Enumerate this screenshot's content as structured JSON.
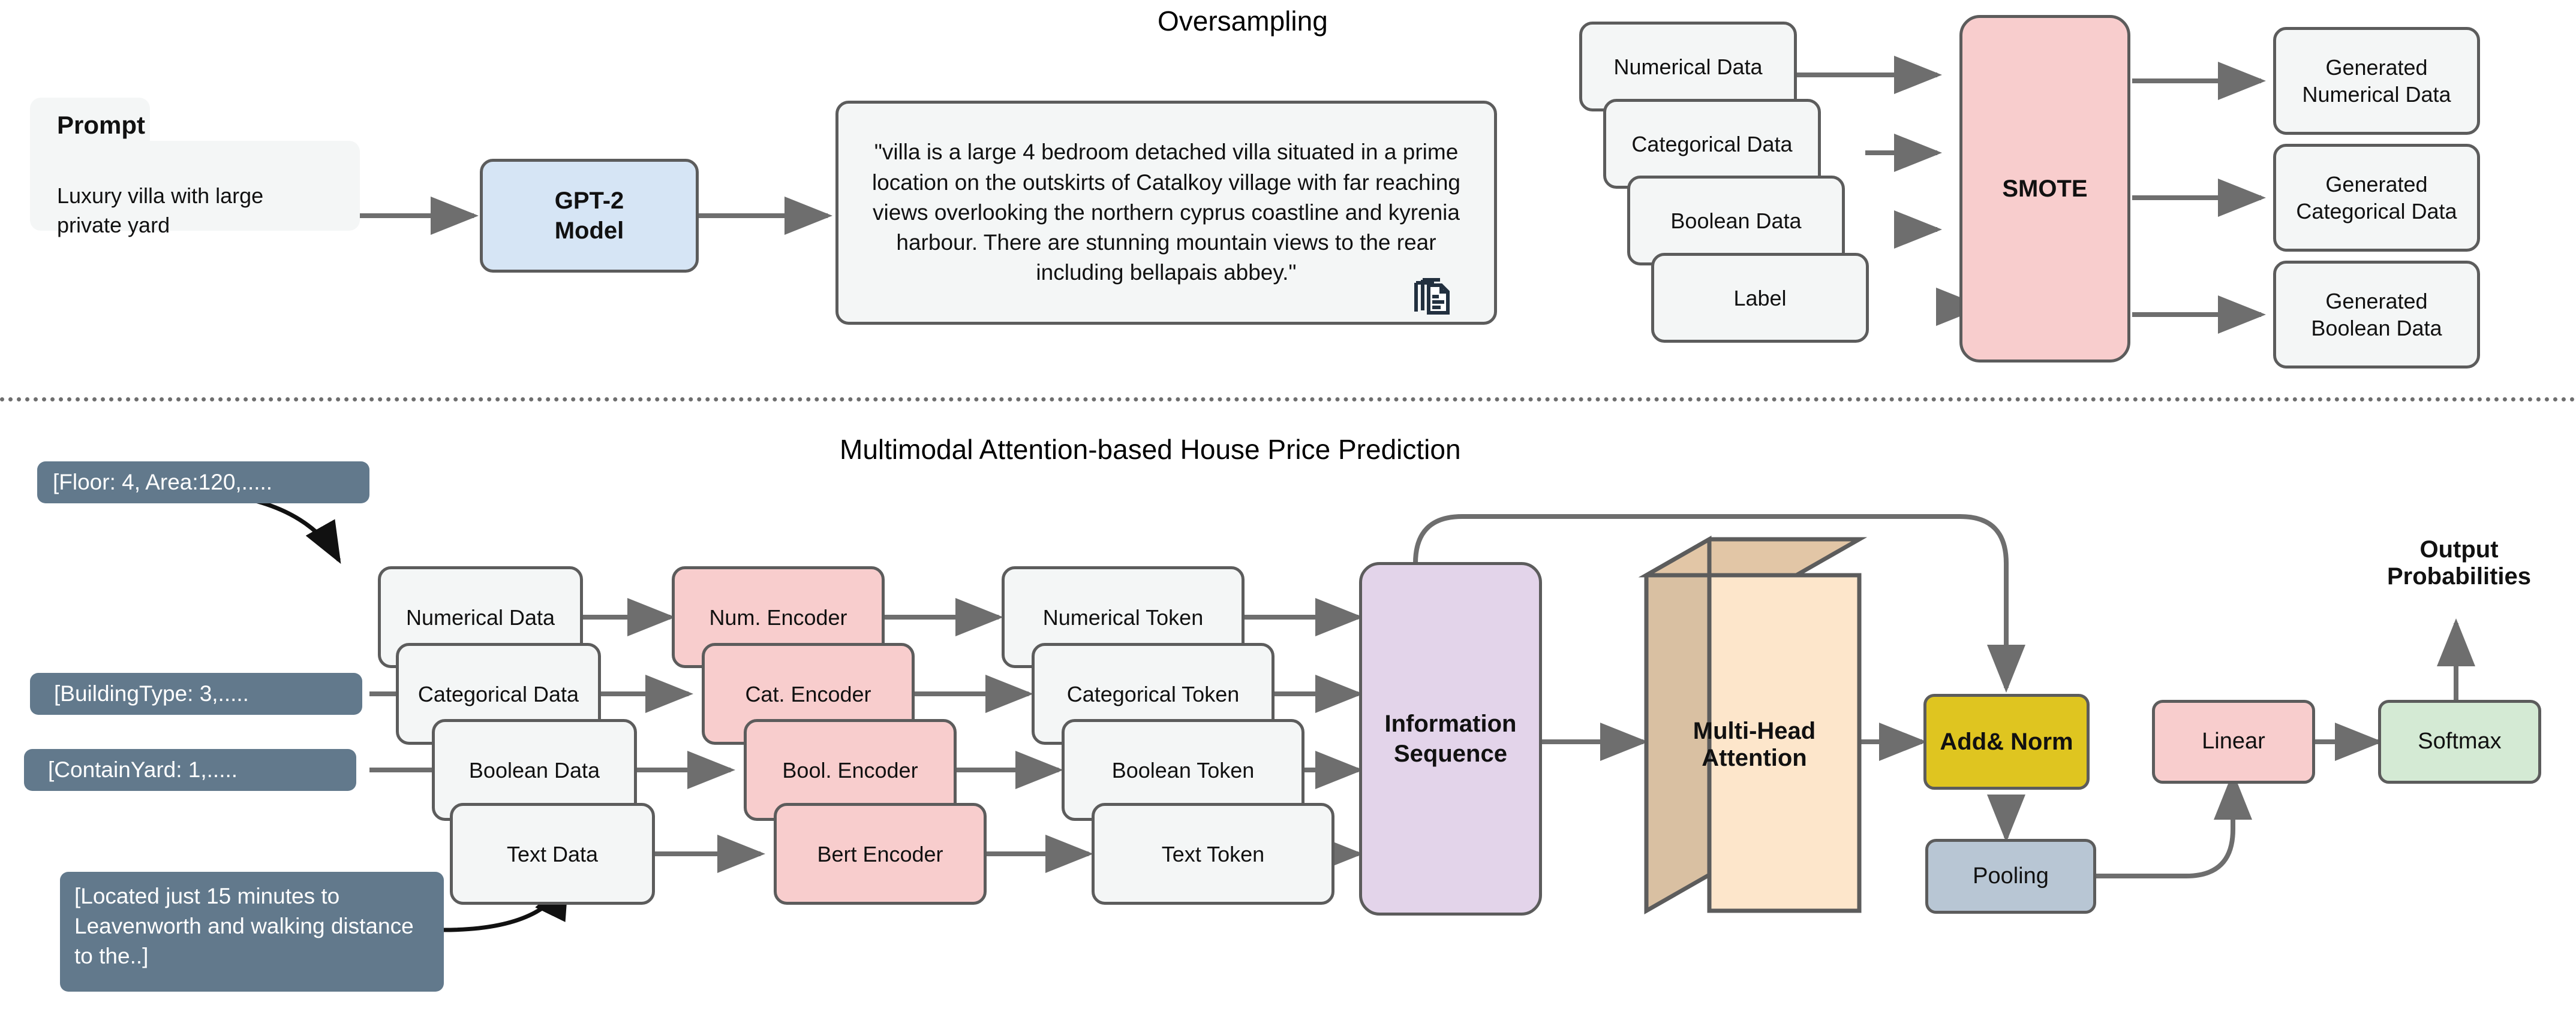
{
  "sections": {
    "oversampling": {
      "title": "Oversampling",
      "prompt": {
        "header": "Prompt",
        "body": "Luxury villa with large private yard"
      },
      "model": "GPT-2\nModel",
      "model_line1": "GPT-2",
      "model_line2": "Model",
      "generated_text": "\"villa is a large 4 bedroom detached villa situated in a prime location on the outskirts of Catalkoy village with far reaching views overlooking the northern cyprus coastline and kyrenia harbour. There are stunning mountain views to the rear including bellapais abbey.\"",
      "copy_icon": "copy-documents-icon",
      "smote_inputs": [
        "Numerical Data",
        "Categorical Data",
        "Boolean Data",
        "Label"
      ],
      "smote": "SMOTE",
      "smote_outputs": [
        "Generated Numerical Data",
        "Generated Categorical Data",
        "Generated Boolean Data"
      ],
      "smote_outputs_lines": [
        [
          "Generated",
          "Numerical Data"
        ],
        [
          "Generated",
          "Categorical Data"
        ],
        [
          "Generated",
          "Boolean Data"
        ]
      ]
    },
    "prediction": {
      "title": "Multimodal Attention-based House Price Prediction",
      "sample_inputs": [
        "[Floor: 4, Area:120,.....",
        "[BuildingType: 3,.....",
        "[ContainYard: 1,.....",
        "[Located just 15 minutes to Leavenworth and walking distance to the..]"
      ],
      "data_boxes": [
        "Numerical Data",
        "Categorical Data",
        "Boolean Data",
        "Text Data"
      ],
      "encoders": [
        "Num. Encoder",
        "Cat. Encoder",
        "Bool. Encoder",
        "Bert Encoder"
      ],
      "tokens": [
        "Numerical Token",
        "Categorical Token",
        "Boolean Token",
        "Text Token"
      ],
      "information_sequence_line1": "Information",
      "information_sequence_line2": "Sequence",
      "attention_line1": "Multi-Head",
      "attention_line2": "Attention",
      "add_norm": "Add& Norm",
      "pooling": "Pooling",
      "linear": "Linear",
      "softmax": "Softmax",
      "output_line1": "Output",
      "output_line2": "Probabilities"
    }
  },
  "colors": {
    "stroke": "#5c5c5c",
    "plain_fill": "#f4f6f6",
    "pink": "#f8cdcd",
    "blue": "#d6e5f5",
    "purple": "#e3d4ea",
    "yellow": "#dfc520",
    "steel_blue": "#62798c",
    "grey_blue": "#b8c6d4",
    "green": "#d4ead4",
    "peach": "#fde6cb",
    "peach_side": "#e2c6a6"
  }
}
